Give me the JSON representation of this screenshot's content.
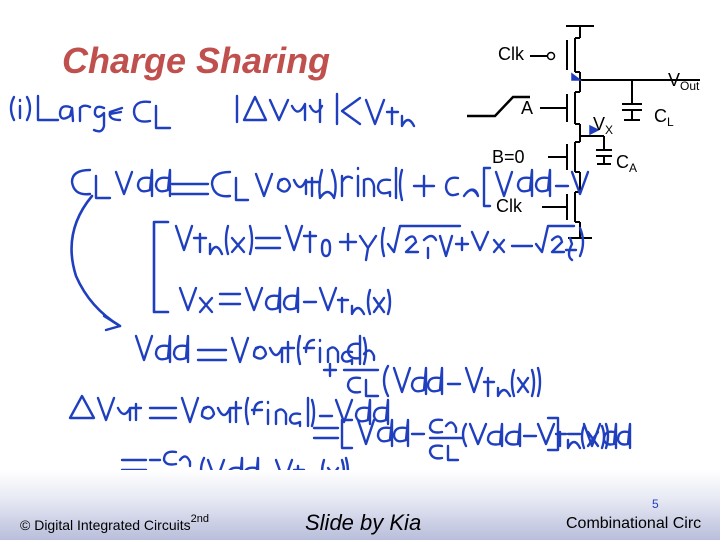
{
  "slide": {
    "title": "Charge Sharing",
    "circuit": {
      "clk_top": "Clk",
      "a_input": "A",
      "b_input": "B=0",
      "clk_bottom": "Clk",
      "vout_main": "V",
      "vout_sub": "Out",
      "vx_main": "V",
      "vx_sub": "X",
      "cl_main": "C",
      "cl_sub": "L",
      "ca_main": "C",
      "ca_sub": "A"
    },
    "handwritten_notes": [
      "(i) Large C_L    |ΔV_out| < V_tn",
      "C_L V_dd = C_L V_out(final) + C_A [V_dd - V_tn(V_X)]",
      "V_tn(V_X) = V_t0 + γ(√(2φ_F + V_X) - √(2φ_F))",
      "V_X = V_dd - V_tn(V_X)",
      "V_dd = V_out(final) + (C_A/C_L)(V_dd - V_tn(V_X))",
      "ΔV_out = V_out(final) - V_dd = [V_dd - (C_A/C_L)(V_dd - V_tn(V_X))] - V_dd",
      "= -(C_A/C_L)(V_dd - V_tn(V_X))"
    ],
    "footer": {
      "copyright": "© Digital Integrated Circuits",
      "edition_sup": "2nd",
      "credit": "Slide by Kia",
      "page_number": "5",
      "section": "Combinational Circ"
    }
  }
}
